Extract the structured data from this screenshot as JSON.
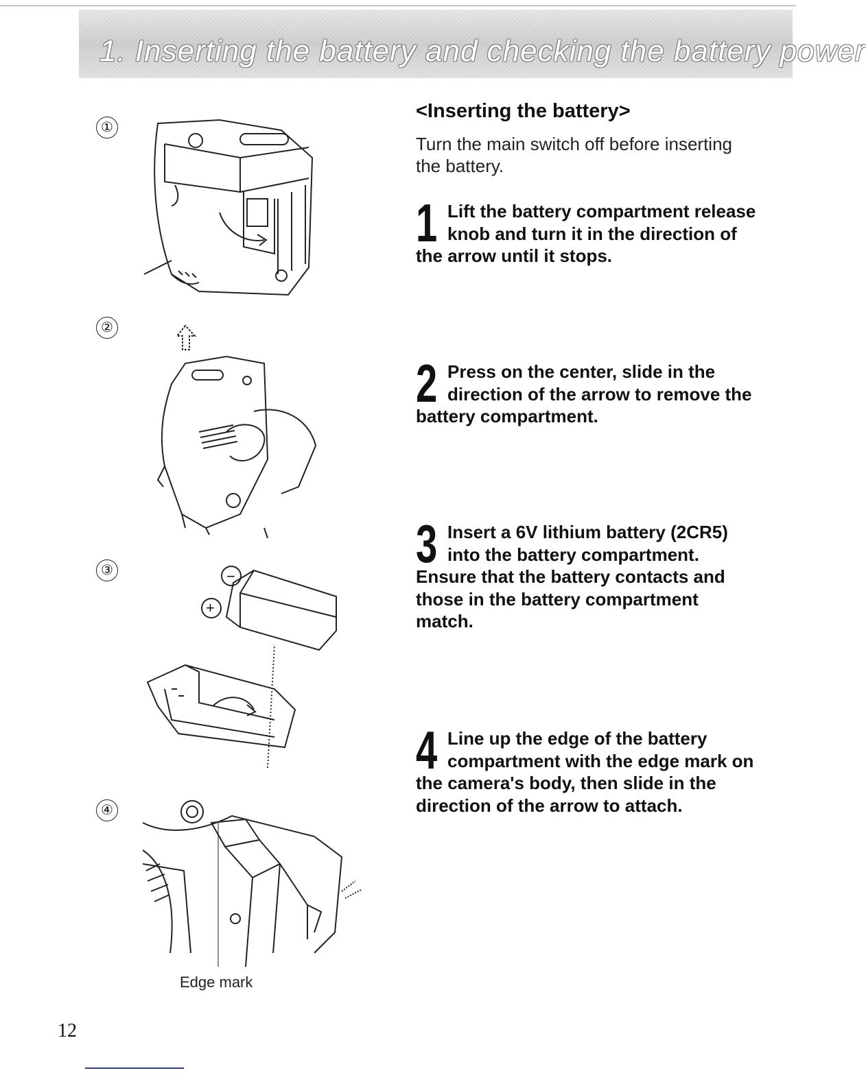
{
  "header": {
    "title": "1. Inserting the battery and checking the battery power"
  },
  "illustrations": [
    {
      "number": "①",
      "icon": "camera-grip-knob-illustration"
    },
    {
      "number": "②",
      "icon": "battery-compartment-removal-illustration"
    },
    {
      "number": "③",
      "icon": "battery-insertion-illustration",
      "minus": "−",
      "plus": "+"
    },
    {
      "number": "④",
      "icon": "compartment-attach-illustration",
      "label": "Edge mark"
    }
  ],
  "main": {
    "heading": "<Inserting the battery>",
    "intro": "Turn the main switch off before inserting the battery.",
    "steps": [
      {
        "num": "1",
        "text": "Lift the battery compartment release knob and turn it in the direction of the arrow until it stops."
      },
      {
        "num": "2",
        "text": "Press on the center, slide in the direction of the arrow to remove the battery compartment."
      },
      {
        "num": "3",
        "text": "Insert a 6V lithium battery (2CR5) into the battery compartment. Ensure that the battery contacts and those in the battery compartment match."
      },
      {
        "num": "4",
        "text": "Line up the edge of the battery compartment with the edge mark on the camera's body, then slide in the direction of the arrow to attach."
      }
    ]
  },
  "footer": {
    "page_number": "12"
  },
  "colors": {
    "ink": "#111111",
    "banner": "#d8d8d8",
    "rule": "#2a3da8"
  }
}
